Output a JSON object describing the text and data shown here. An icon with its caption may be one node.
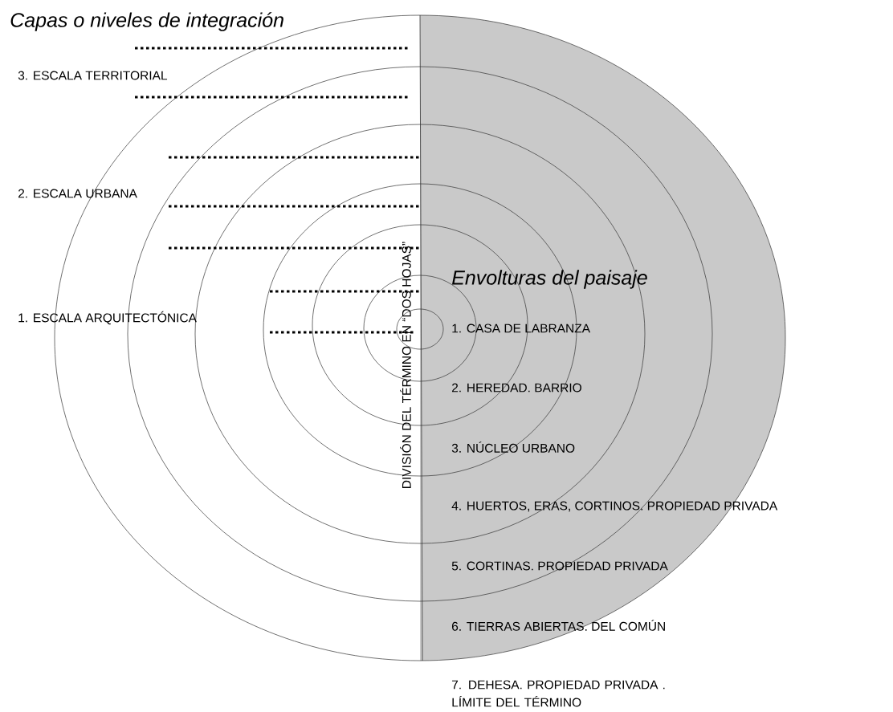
{
  "diagram": {
    "labels": [
      "Capas o niveles de integración",
      "3. ESCALA TERRITORIAL",
      "2. ESCALA URBANA",
      "1. ESCALA ARQUITECTÓNICA",
      "DIVISIÓN DEL TÉRMINO EN “DOS HOJAS”",
      "Envolturas del paisaje",
      "1. CASA DE LABRANZA",
      "2. HEREDAD. BARRIO",
      "3. NÚCLEO URBANO",
      "4. HUERTOS, ERAS, CORTINOS. PROPIEDAD PRIVADA",
      "5. CORTINAS. PROPIEDAD PRIVADA",
      "6. TIERRAS ABIERTAS. DEL COMÚN",
      "7. DEHESA. PROPIEDAD PRIVADA . LÍMITE DEL TÉRMINO"
    ]
  }
}
